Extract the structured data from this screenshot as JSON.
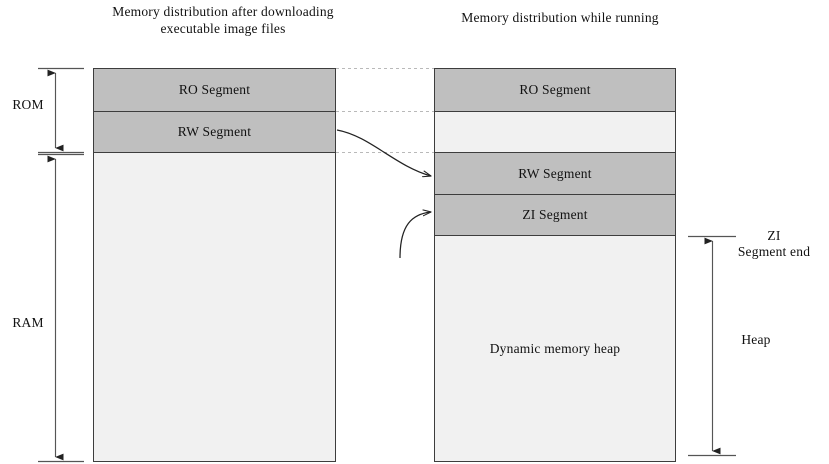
{
  "diagram": {
    "type": "memory-layout-diagram",
    "titles": {
      "left": "Memory distribution after downloading executable image files",
      "right": "Memory distribution while running"
    },
    "left_panel": {
      "name": "image-file-memory-layout",
      "segments": [
        {
          "label": "RO Segment",
          "fill": "#bfbfbf",
          "region": "ROM"
        },
        {
          "label": "RW Segment",
          "fill": "#bfbfbf",
          "region": "ROM"
        },
        {
          "label": "",
          "fill": "#f1f1f1",
          "region": "RAM"
        }
      ]
    },
    "right_panel": {
      "name": "runtime-memory-layout",
      "segments": [
        {
          "label": "RO Segment",
          "fill": "#bfbfbf"
        },
        {
          "label": "",
          "fill": "#f1f1f1"
        },
        {
          "label": "RW Segment",
          "fill": "#bfbfbf"
        },
        {
          "label": "ZI Segment",
          "fill": "#bfbfbf"
        },
        {
          "label": "Dynamic memory heap",
          "fill": "#f1f1f1"
        }
      ]
    },
    "brackets": {
      "rom": "ROM",
      "ram": "RAM",
      "zi_segment_end": "ZI\nSegment end",
      "heap": "Heap"
    },
    "colors": {
      "segment_gray": "#bfbfbf",
      "segment_light": "#f1f1f1",
      "border": "#3d3d3d",
      "guide_line": "#b5b5b5",
      "arrow": "#222222",
      "dimension_line": "#555555"
    }
  }
}
